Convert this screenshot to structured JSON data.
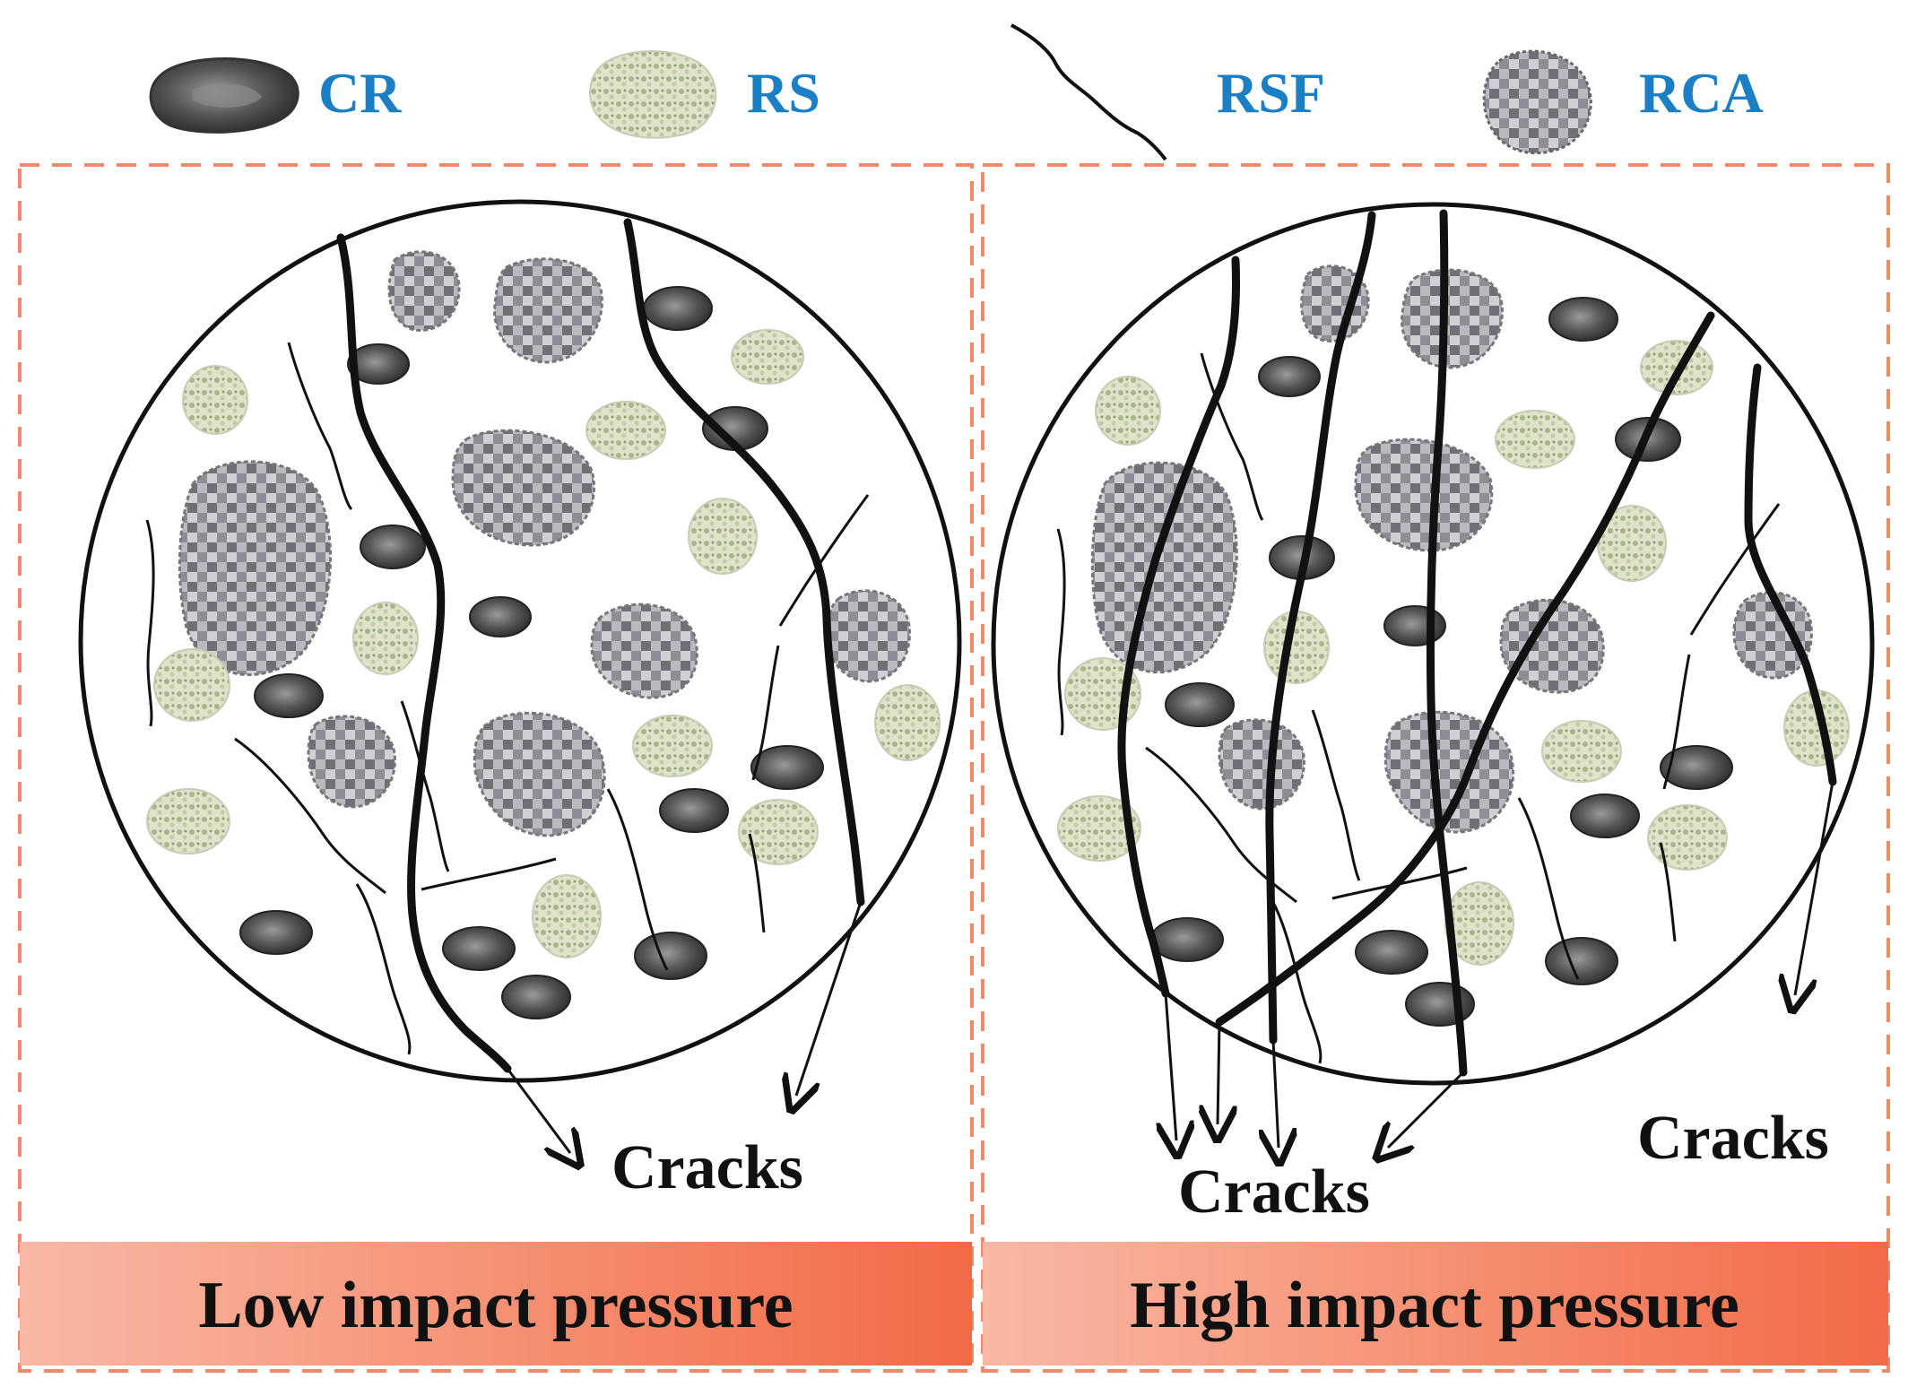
{
  "legend": {
    "cr": "CR",
    "rs": "RS",
    "rsf": "RSF",
    "rca": "RCA"
  },
  "panels": {
    "left": {
      "cracks_label": "Cracks",
      "bar_label": "Low impact pressure"
    },
    "right": {
      "cracks_label_bottom": "Cracks",
      "cracks_label_side": "Cracks",
      "bar_label": "High impact pressure"
    }
  },
  "colors": {
    "legend_text": "#1a7fc4",
    "dashed_border": "#f08a6a",
    "bar_gradient_start": "#f9c1ae",
    "bar_gradient_end": "#f26a45",
    "crack_line": "#111111"
  },
  "icons": {
    "cr": "crumb-rubber-icon",
    "rs": "rubber-shred-icon",
    "rsf": "steel-fiber-icon",
    "rca": "recycled-aggregate-icon"
  }
}
